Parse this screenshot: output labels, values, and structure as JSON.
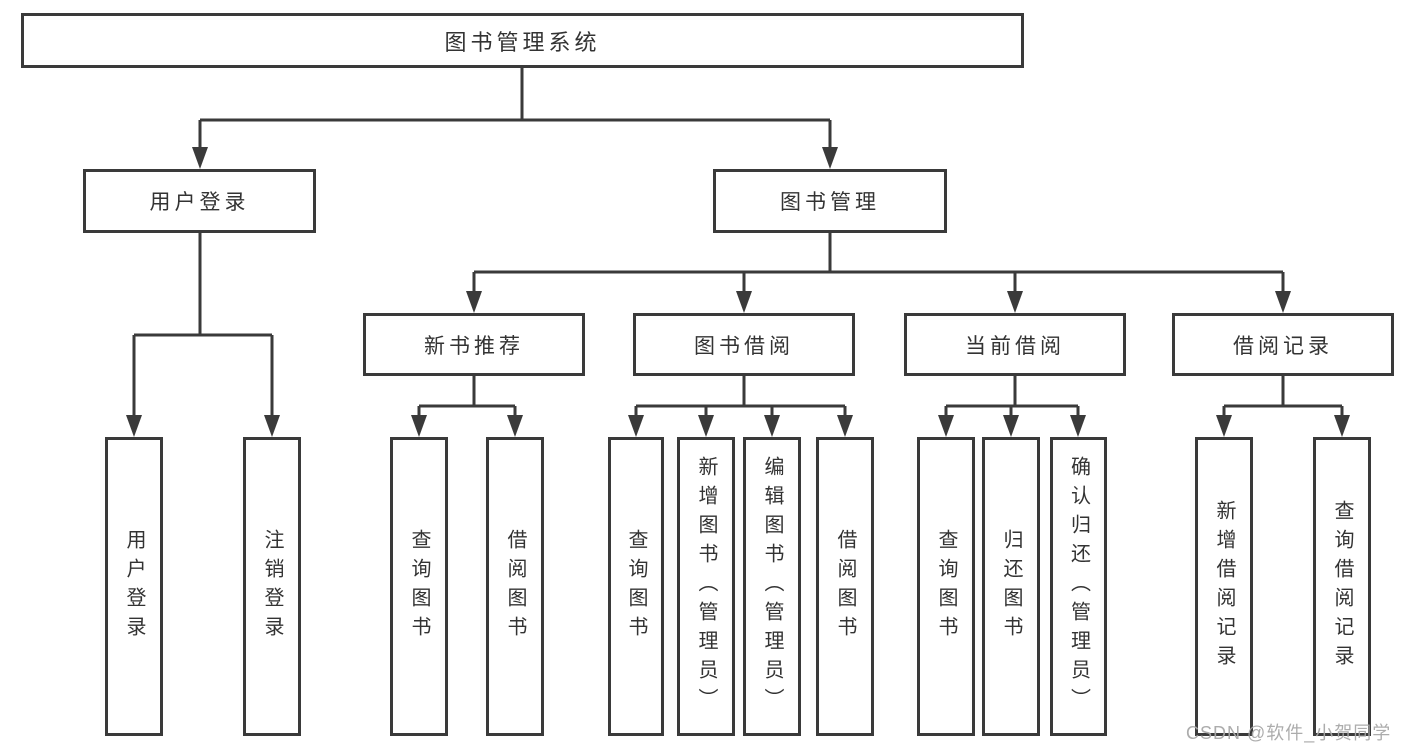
{
  "meta": {
    "type": "hierarchy-diagram",
    "background_color": "#ffffff",
    "line_color": "#3a3a3a",
    "box_border_color": "#3a3a3a",
    "text_color": "#333333",
    "watermark_color": "#a8a8a8"
  },
  "watermark": "CSDN @软件_小贺同学",
  "tree": {
    "label": "图书管理系统",
    "children": [
      {
        "label": "用户登录",
        "children": [
          {
            "label": "用户登录"
          },
          {
            "label": "注销登录"
          }
        ]
      },
      {
        "label": "图书管理",
        "children": [
          {
            "label": "新书推荐",
            "children": [
              {
                "label": "查询图书"
              },
              {
                "label": "借阅图书"
              }
            ]
          },
          {
            "label": "图书借阅",
            "children": [
              {
                "label": "查询图书"
              },
              {
                "label": "新增图书（管理员）"
              },
              {
                "label": "编辑图书（管理员）"
              },
              {
                "label": "借阅图书"
              }
            ]
          },
          {
            "label": "当前借阅",
            "children": [
              {
                "label": "查询图书"
              },
              {
                "label": "归还图书"
              },
              {
                "label": "确认归还（管理员）"
              }
            ]
          },
          {
            "label": "借阅记录",
            "children": [
              {
                "label": "新增借阅记录"
              },
              {
                "label": "查询借阅记录"
              }
            ]
          }
        ]
      }
    ]
  }
}
